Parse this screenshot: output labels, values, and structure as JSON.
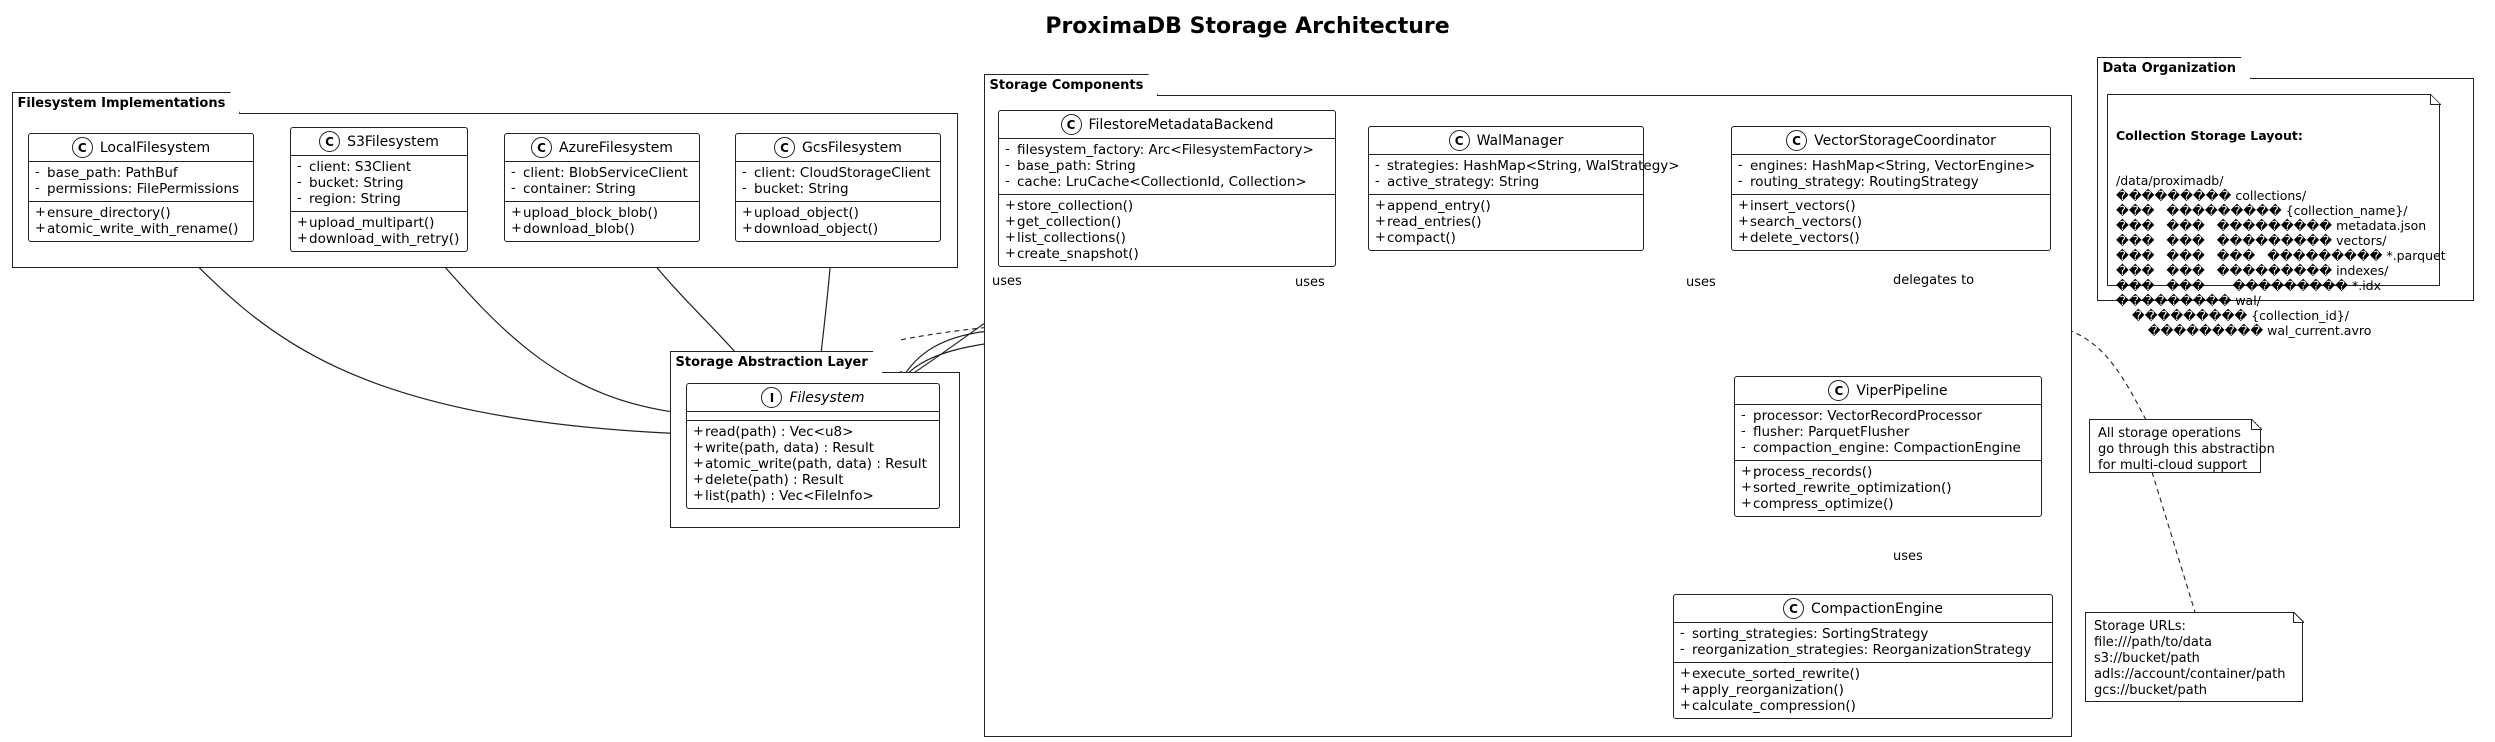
{
  "title": "ProximaDB Storage Architecture",
  "packages": {
    "fs_impl": "Filesystem Implementations",
    "storage_components": "Storage Components",
    "abstraction": "Storage Abstraction Layer",
    "data_org": "Data Organization"
  },
  "classes": {
    "local": {
      "name": "LocalFilesystem",
      "stereotype": "C",
      "fields": [
        [
          "-",
          "base_path: PathBuf"
        ],
        [
          "-",
          "permissions: FilePermissions"
        ]
      ],
      "methods": [
        [
          "+",
          "ensure_directory()"
        ],
        [
          "+",
          "atomic_write_with_rename()"
        ]
      ]
    },
    "s3": {
      "name": "S3Filesystem",
      "stereotype": "C",
      "fields": [
        [
          "-",
          "client: S3Client"
        ],
        [
          "-",
          "bucket: String"
        ],
        [
          "-",
          "region: String"
        ]
      ],
      "methods": [
        [
          "+",
          "upload_multipart()"
        ],
        [
          "+",
          "download_with_retry()"
        ]
      ]
    },
    "azure": {
      "name": "AzureFilesystem",
      "stereotype": "C",
      "fields": [
        [
          "-",
          "client: BlobServiceClient"
        ],
        [
          "-",
          "container: String"
        ]
      ],
      "methods": [
        [
          "+",
          "upload_block_blob()"
        ],
        [
          "+",
          "download_blob()"
        ]
      ]
    },
    "gcs": {
      "name": "GcsFilesystem",
      "stereotype": "C",
      "fields": [
        [
          "-",
          "client: CloudStorageClient"
        ],
        [
          "-",
          "bucket: String"
        ]
      ],
      "methods": [
        [
          "+",
          "upload_object()"
        ],
        [
          "+",
          "download_object()"
        ]
      ]
    },
    "filesystem": {
      "name": "Filesystem",
      "stereotype": "I",
      "fields": [],
      "methods": [
        [
          "+",
          "read(path) : Vec<u8>"
        ],
        [
          "+",
          "write(path, data) : Result"
        ],
        [
          "+",
          "atomic_write(path, data) : Result"
        ],
        [
          "+",
          "delete(path) : Result"
        ],
        [
          "+",
          "list(path) : Vec<FileInfo>"
        ]
      ]
    },
    "metadata": {
      "name": "FilestoreMetadataBackend",
      "stereotype": "C",
      "fields": [
        [
          "-",
          "filesystem_factory: Arc<FilesystemFactory>"
        ],
        [
          "-",
          "base_path: String"
        ],
        [
          "-",
          "cache: LruCache<CollectionId, Collection>"
        ]
      ],
      "methods": [
        [
          "+",
          "store_collection()"
        ],
        [
          "+",
          "get_collection()"
        ],
        [
          "+",
          "list_collections()"
        ],
        [
          "+",
          "create_snapshot()"
        ]
      ]
    },
    "wal": {
      "name": "WalManager",
      "stereotype": "C",
      "fields": [
        [
          "-",
          "strategies: HashMap<String, WalStrategy>"
        ],
        [
          "-",
          "active_strategy: String"
        ]
      ],
      "methods": [
        [
          "+",
          "append_entry()"
        ],
        [
          "+",
          "read_entries()"
        ],
        [
          "+",
          "compact()"
        ]
      ]
    },
    "vsc": {
      "name": "VectorStorageCoordinator",
      "stereotype": "C",
      "fields": [
        [
          "-",
          "engines: HashMap<String, VectorEngine>"
        ],
        [
          "-",
          "routing_strategy: RoutingStrategy"
        ]
      ],
      "methods": [
        [
          "+",
          "insert_vectors()"
        ],
        [
          "+",
          "search_vectors()"
        ],
        [
          "+",
          "delete_vectors()"
        ]
      ]
    },
    "viper": {
      "name": "ViperPipeline",
      "stereotype": "C",
      "fields": [
        [
          "-",
          "processor: VectorRecordProcessor"
        ],
        [
          "-",
          "flusher: ParquetFlusher"
        ],
        [
          "-",
          "compaction_engine: CompactionEngine"
        ]
      ],
      "methods": [
        [
          "+",
          "process_records()"
        ],
        [
          "+",
          "sorted_rewrite_optimization()"
        ],
        [
          "+",
          "compress_optimize()"
        ]
      ]
    },
    "compaction": {
      "name": "CompactionEngine",
      "stereotype": "C",
      "fields": [
        [
          "-",
          "sorting_strategies: SortingStrategy"
        ],
        [
          "-",
          "reorganization_strategies: ReorganizationStrategy"
        ]
      ],
      "methods": [
        [
          "+",
          "execute_sorted_rewrite()"
        ],
        [
          "+",
          "apply_reorganization()"
        ],
        [
          "+",
          "calculate_compression()"
        ]
      ]
    }
  },
  "edge_labels": {
    "metadata_uses": "uses",
    "wal_uses": "uses",
    "vsc_uses": "uses",
    "delegates": "delegates to",
    "viper_uses": "uses"
  },
  "notes": {
    "abstraction": "All storage operations\ngo through this abstraction\nfor multi-cloud support",
    "urls": "Storage URLs:\nfile:///path/to/data\ns3://bucket/path\nadls://account/container/path\ngcs://bucket/path",
    "layout_title": "Collection Storage Layout:",
    "layout_body": "/data/proximadb/\n��������� collections/\n���   ��������� {collection_name}/\n���   ���   ��������� metadata.json\n���   ���   ��������� vectors/\n���   ���   ���   ��������� *.parquet\n���   ���   ��������� indexes/\n���   ���       ��������� *.idx\n��������� wal/\n    ��������� {collection_id}/\n        ��������� wal_current.avro"
  }
}
